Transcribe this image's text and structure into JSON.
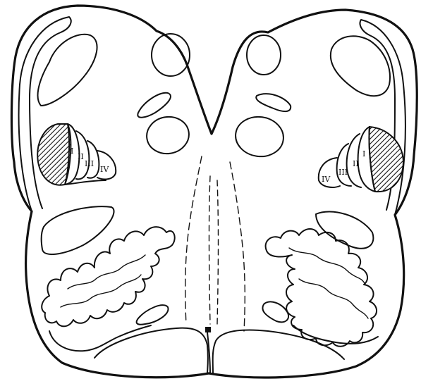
{
  "segment_labels": {
    "left": [
      "I",
      "II",
      "III",
      "IV"
    ],
    "right": [
      "I",
      "II",
      "III",
      "IV"
    ]
  },
  "colors": {
    "ink": "#111111",
    "background": "#ffffff"
  }
}
